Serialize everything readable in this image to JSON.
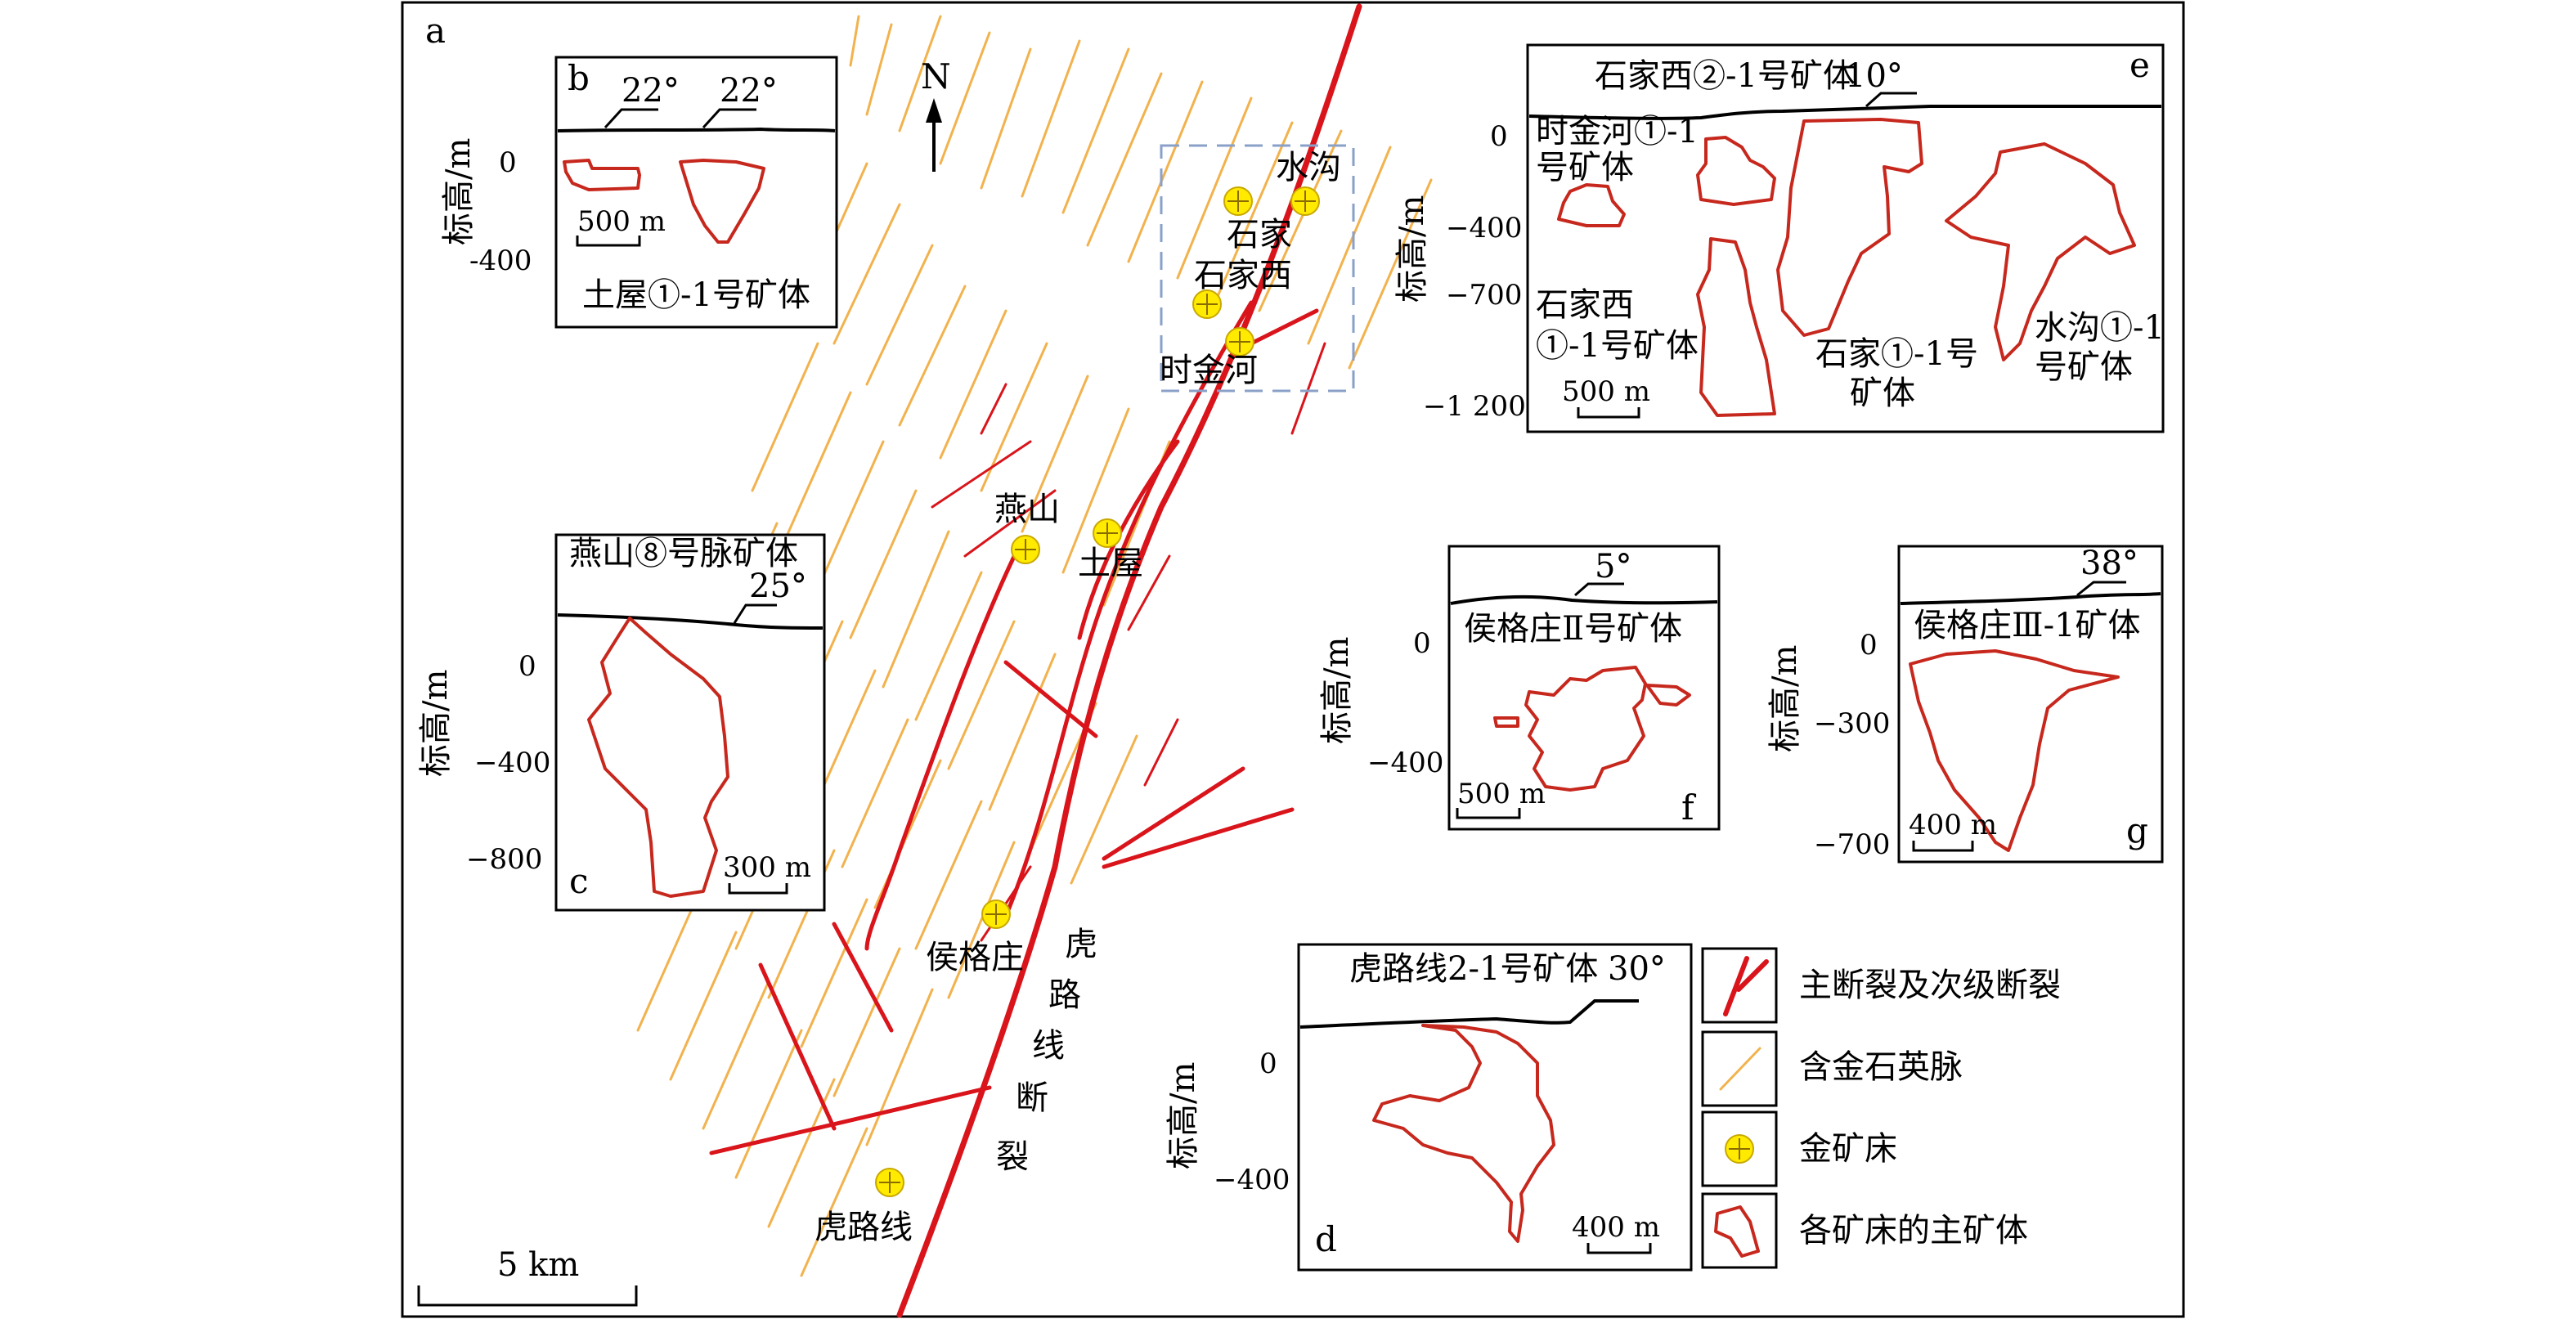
{
  "panel_a": "a",
  "north": "N",
  "scale_main": "5 km",
  "deposits": {
    "shuigou": "水沟",
    "shijia": "石家",
    "shijiaxi": "石家西",
    "shijinhe": "时金河",
    "yanshan": "燕山",
    "tuwu": "土屋",
    "hougezhuang": "侯格庄",
    "hulxian": "虎路线"
  },
  "fault_name": [
    "虎",
    "路",
    "线",
    "断",
    "裂"
  ],
  "ylabel": "标高/m",
  "panel_b": {
    "letter": "b",
    "dip1": "22°",
    "dip2": "22°",
    "y0": "0",
    "y1": "-400",
    "scale": "500 m",
    "title": "土屋①-1号矿体"
  },
  "panel_c": {
    "letter": "c",
    "title": "燕山⑧号脉矿体",
    "dip": "25°",
    "y0": "0",
    "y1": "−400",
    "y2": "−800",
    "scale": "300 m"
  },
  "panel_d": {
    "letter": "d",
    "title": "虎路线2-1号矿体",
    "dip": "30°",
    "y0": "0",
    "y1": "−400",
    "scale": "400 m"
  },
  "panel_e": {
    "letter": "e",
    "title": "石家西②-1号矿体",
    "dip": "10°",
    "y0": "0",
    "y1": "−400",
    "y2": "−700",
    "y3": "−1 200",
    "scale": "500 m",
    "body1": [
      "时金河①-1",
      "号矿体"
    ],
    "body2": [
      "石家西",
      "①-1号矿体"
    ],
    "body3": [
      "石家①-1号",
      "矿体"
    ],
    "body4": [
      "水沟①-1",
      "号矿体"
    ]
  },
  "panel_f": {
    "letter": "f",
    "title": "侯格庄Ⅱ号矿体",
    "dip": "5°",
    "y0": "0",
    "y1": "−400",
    "scale": "500 m"
  },
  "panel_g": {
    "letter": "g",
    "title": "侯格庄Ⅲ-1矿体",
    "dip": "38°",
    "y0": "0",
    "y1": "−300",
    "y2": "−700",
    "scale": "400 m"
  },
  "legend": {
    "fault": "主断裂及次级断裂",
    "vein": "含金石英脉",
    "deposit": "金矿床",
    "orebody": "各矿床的主矿体"
  },
  "colors": {
    "fault": "#d9141b",
    "vein": "#f2b24d",
    "deposit": "#ffea00",
    "orebody": "#c7281d"
  }
}
